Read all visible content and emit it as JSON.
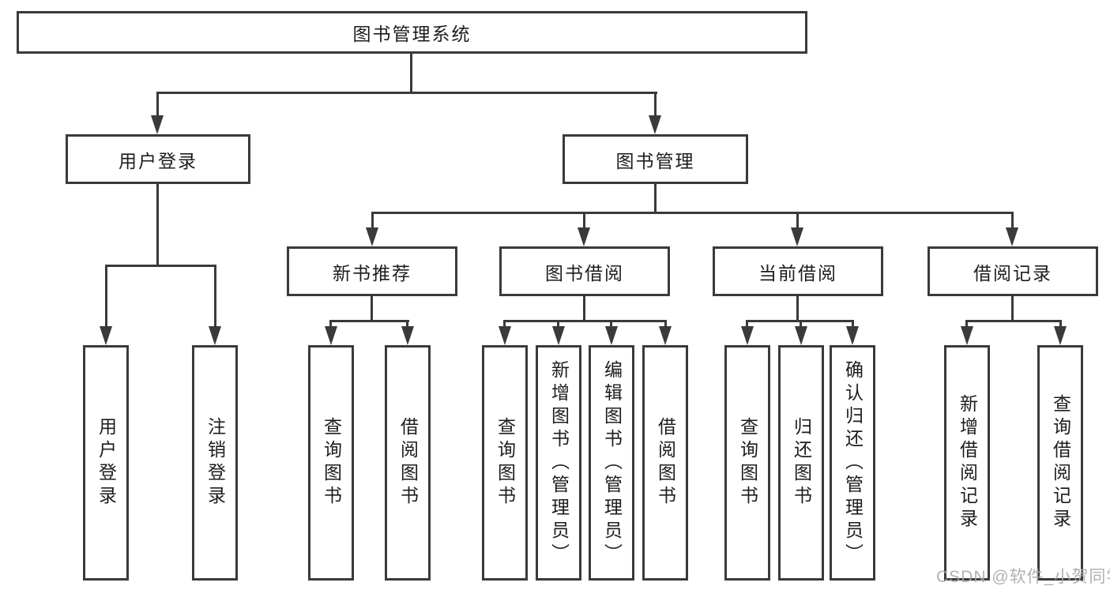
{
  "diagram_type": "hierarchy-functional-structure",
  "colors": {
    "line": "#3a3a3a",
    "box_border": "#3a3a3a",
    "box_background": "#ffffff",
    "text": "#1d1d1d",
    "page_background": "#ffffff",
    "watermark": "#a8a8a8"
  },
  "tree": {
    "label": "图书管理系统",
    "children": [
      {
        "label": "用户登录",
        "children": [
          {
            "label": "用户登录"
          },
          {
            "label": "注销登录"
          }
        ]
      },
      {
        "label": "图书管理",
        "children": [
          {
            "label": "新书推荐",
            "children": [
              {
                "label": "查询图书"
              },
              {
                "label": "借阅图书"
              }
            ]
          },
          {
            "label": "图书借阅",
            "children": [
              {
                "label": "查询图书"
              },
              {
                "label": "新增图书（管理员）"
              },
              {
                "label": "编辑图书（管理员）"
              },
              {
                "label": "借阅图书"
              }
            ]
          },
          {
            "label": "当前借阅",
            "children": [
              {
                "label": "查询图书"
              },
              {
                "label": "归还图书"
              },
              {
                "label": "确认归还（管理员）"
              }
            ]
          },
          {
            "label": "借阅记录",
            "children": [
              {
                "label": "新增借阅记录"
              },
              {
                "label": "查询借阅记录"
              }
            ]
          }
        ]
      }
    ]
  },
  "watermark": {
    "text": "CSDN @软件_小贺同学"
  }
}
